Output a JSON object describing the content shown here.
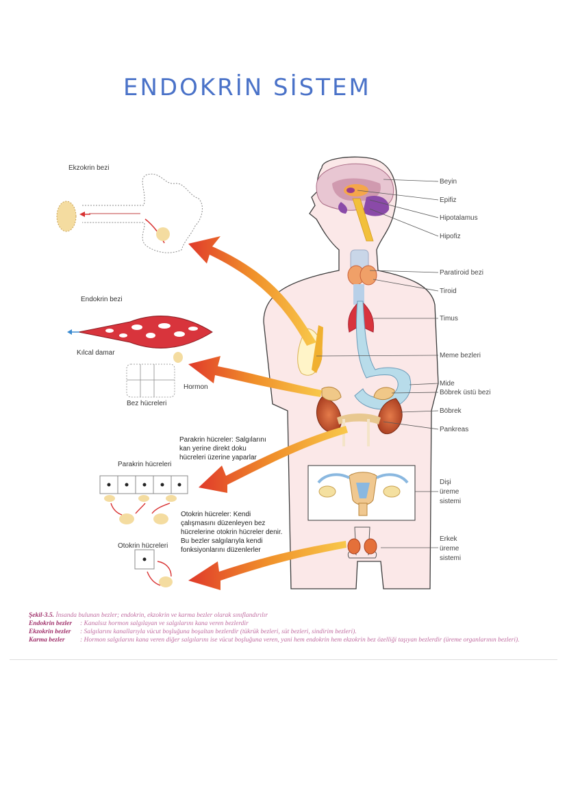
{
  "title": "ENDOKRİN SİSTEM",
  "left_labels": {
    "ekzokrin": "Ekzokrin bezi",
    "endokrin": "Endokrin bezi",
    "kilcal": "Kılcal damar",
    "hormon": "Hormon",
    "bez_hucreleri": "Bez hücreleri",
    "parakrin_hucreleri": "Parakrin hücreleri",
    "otokrin_hucreleri": "Otokrin hücreleri"
  },
  "notes": {
    "parakrin": [
      "Parakrin hücreler: Salgılarını",
      "kan yerine direkt doku",
      "hücreleri üzerine yaparlar"
    ],
    "otokrin": [
      "Otokrin hücreler: Kendi",
      "çalışmasını düzenleyen bez",
      "hücrelerine otokrin hücreler denir.",
      "Bu bezler salgılarıyla kendi",
      "fonksiyonlarını düzenlerler"
    ]
  },
  "organ_labels": {
    "beyin": "Beyin",
    "epifiz": "Epifiz",
    "hipotalamus": "Hipotalamus",
    "hipofiz": "Hipofiz",
    "paratiroid": "Paratiroid bezi",
    "tiroid": "Tiroid",
    "timus": "Timus",
    "meme": "Meme bezleri",
    "mide": "Mide",
    "bobrek_ustu": "Böbrek üstü bezi",
    "bobrek": "Böbrek",
    "pankreas": "Pankreas",
    "disi": [
      "Dişi",
      "üreme",
      "sistemi"
    ],
    "erkek": [
      "Erkek",
      "üreme",
      "sistemi"
    ]
  },
  "caption": {
    "figure_label": "Şekil-3.5.",
    "figure_text": "İnsanda bulunan bezler; endokrin, ekzokrin ve karma bezler olarak sınıflandırılır",
    "rows": [
      {
        "key": "Endokrin bezler",
        "text": ": Kanalsız hormon salgılayan ve salgılarını kana veren bezlerdir"
      },
      {
        "key": "Ekzokrin bezler",
        "text": ": Salgılarını kanallarıyla vücut boşluğuna boşaltan bezlerdir (tükrük bezleri, süt bezleri, sindirim bezleri)."
      },
      {
        "key": "Karma bezler",
        "text": ": Hormon salgılarını kana veren diğer salgılarını ise vücut boşluğuna veren, yani hem endokrin hem ekzokrin bez özelliği taşıyan bezlerdir (üreme organlarının bezleri)."
      }
    ]
  },
  "colors": {
    "title": "#4a72c8",
    "arrow_orange": "#f0a030",
    "arrow_red": "#e03a2a",
    "body_fill": "#fbe6e6",
    "gland_red": "#d8343c",
    "caption_key": "#a0306a"
  }
}
